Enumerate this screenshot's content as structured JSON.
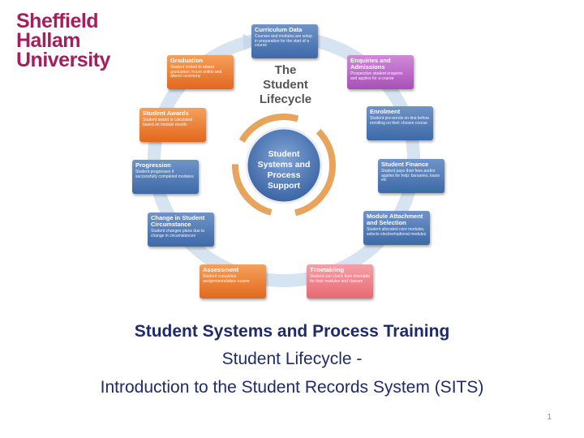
{
  "logo": {
    "line1": "Sheffield",
    "line2": "Hallam",
    "line3": "University",
    "color": "#a51f5c"
  },
  "diagram": {
    "title_line1": "The",
    "title_line2": "Student",
    "title_line3": "Lifecycle",
    "center_line1": "Student",
    "center_line2": "Systems and",
    "center_line3": "Process",
    "center_line4": "Support",
    "stages": [
      {
        "title": "Curriculum Data",
        "desc": "Courses and modules are setup in preparation for the start of a course",
        "color": "blue"
      },
      {
        "title": "Enquiries and Admissions",
        "desc": "Prospective student enquires and applies for a course",
        "color": "purple"
      },
      {
        "title": "Enrolment",
        "desc": "Student pre-enrols on-line before enrolling on their chosen course",
        "color": "blue"
      },
      {
        "title": "Student Finance",
        "desc": "Student pays their fees and/or applies for help: bursaries, loans etc",
        "color": "blue"
      },
      {
        "title": "Module Attachment and Selection",
        "desc": "Student allocated core modules, selects elective/optional modules",
        "color": "blue"
      },
      {
        "title": "Timetabling",
        "desc": "Student can check their timetable for their modules and classes",
        "color": "pink"
      },
      {
        "title": "Assessment",
        "desc": "Student completes assignments/takes exams",
        "color": "orange"
      },
      {
        "title": "Change in Student Circumstance",
        "desc": "Student changes plans due to change in circumstances",
        "color": "blue"
      },
      {
        "title": "Progression",
        "desc": "Student progresses if successfully completed modules",
        "color": "blue"
      },
      {
        "title": "Student Awards",
        "desc": "Student award is calculated based on module results",
        "color": "orange"
      },
      {
        "title": "Graduation",
        "desc": "Student invited to attend graduation; hours online and attend ceremony",
        "color": "orange"
      }
    ]
  },
  "headings": {
    "line1": "Student Systems and Process Training",
    "line2": "Student Lifecycle -",
    "line3": "Introduction to the Student Records System (SITS)"
  },
  "page_number": "1"
}
